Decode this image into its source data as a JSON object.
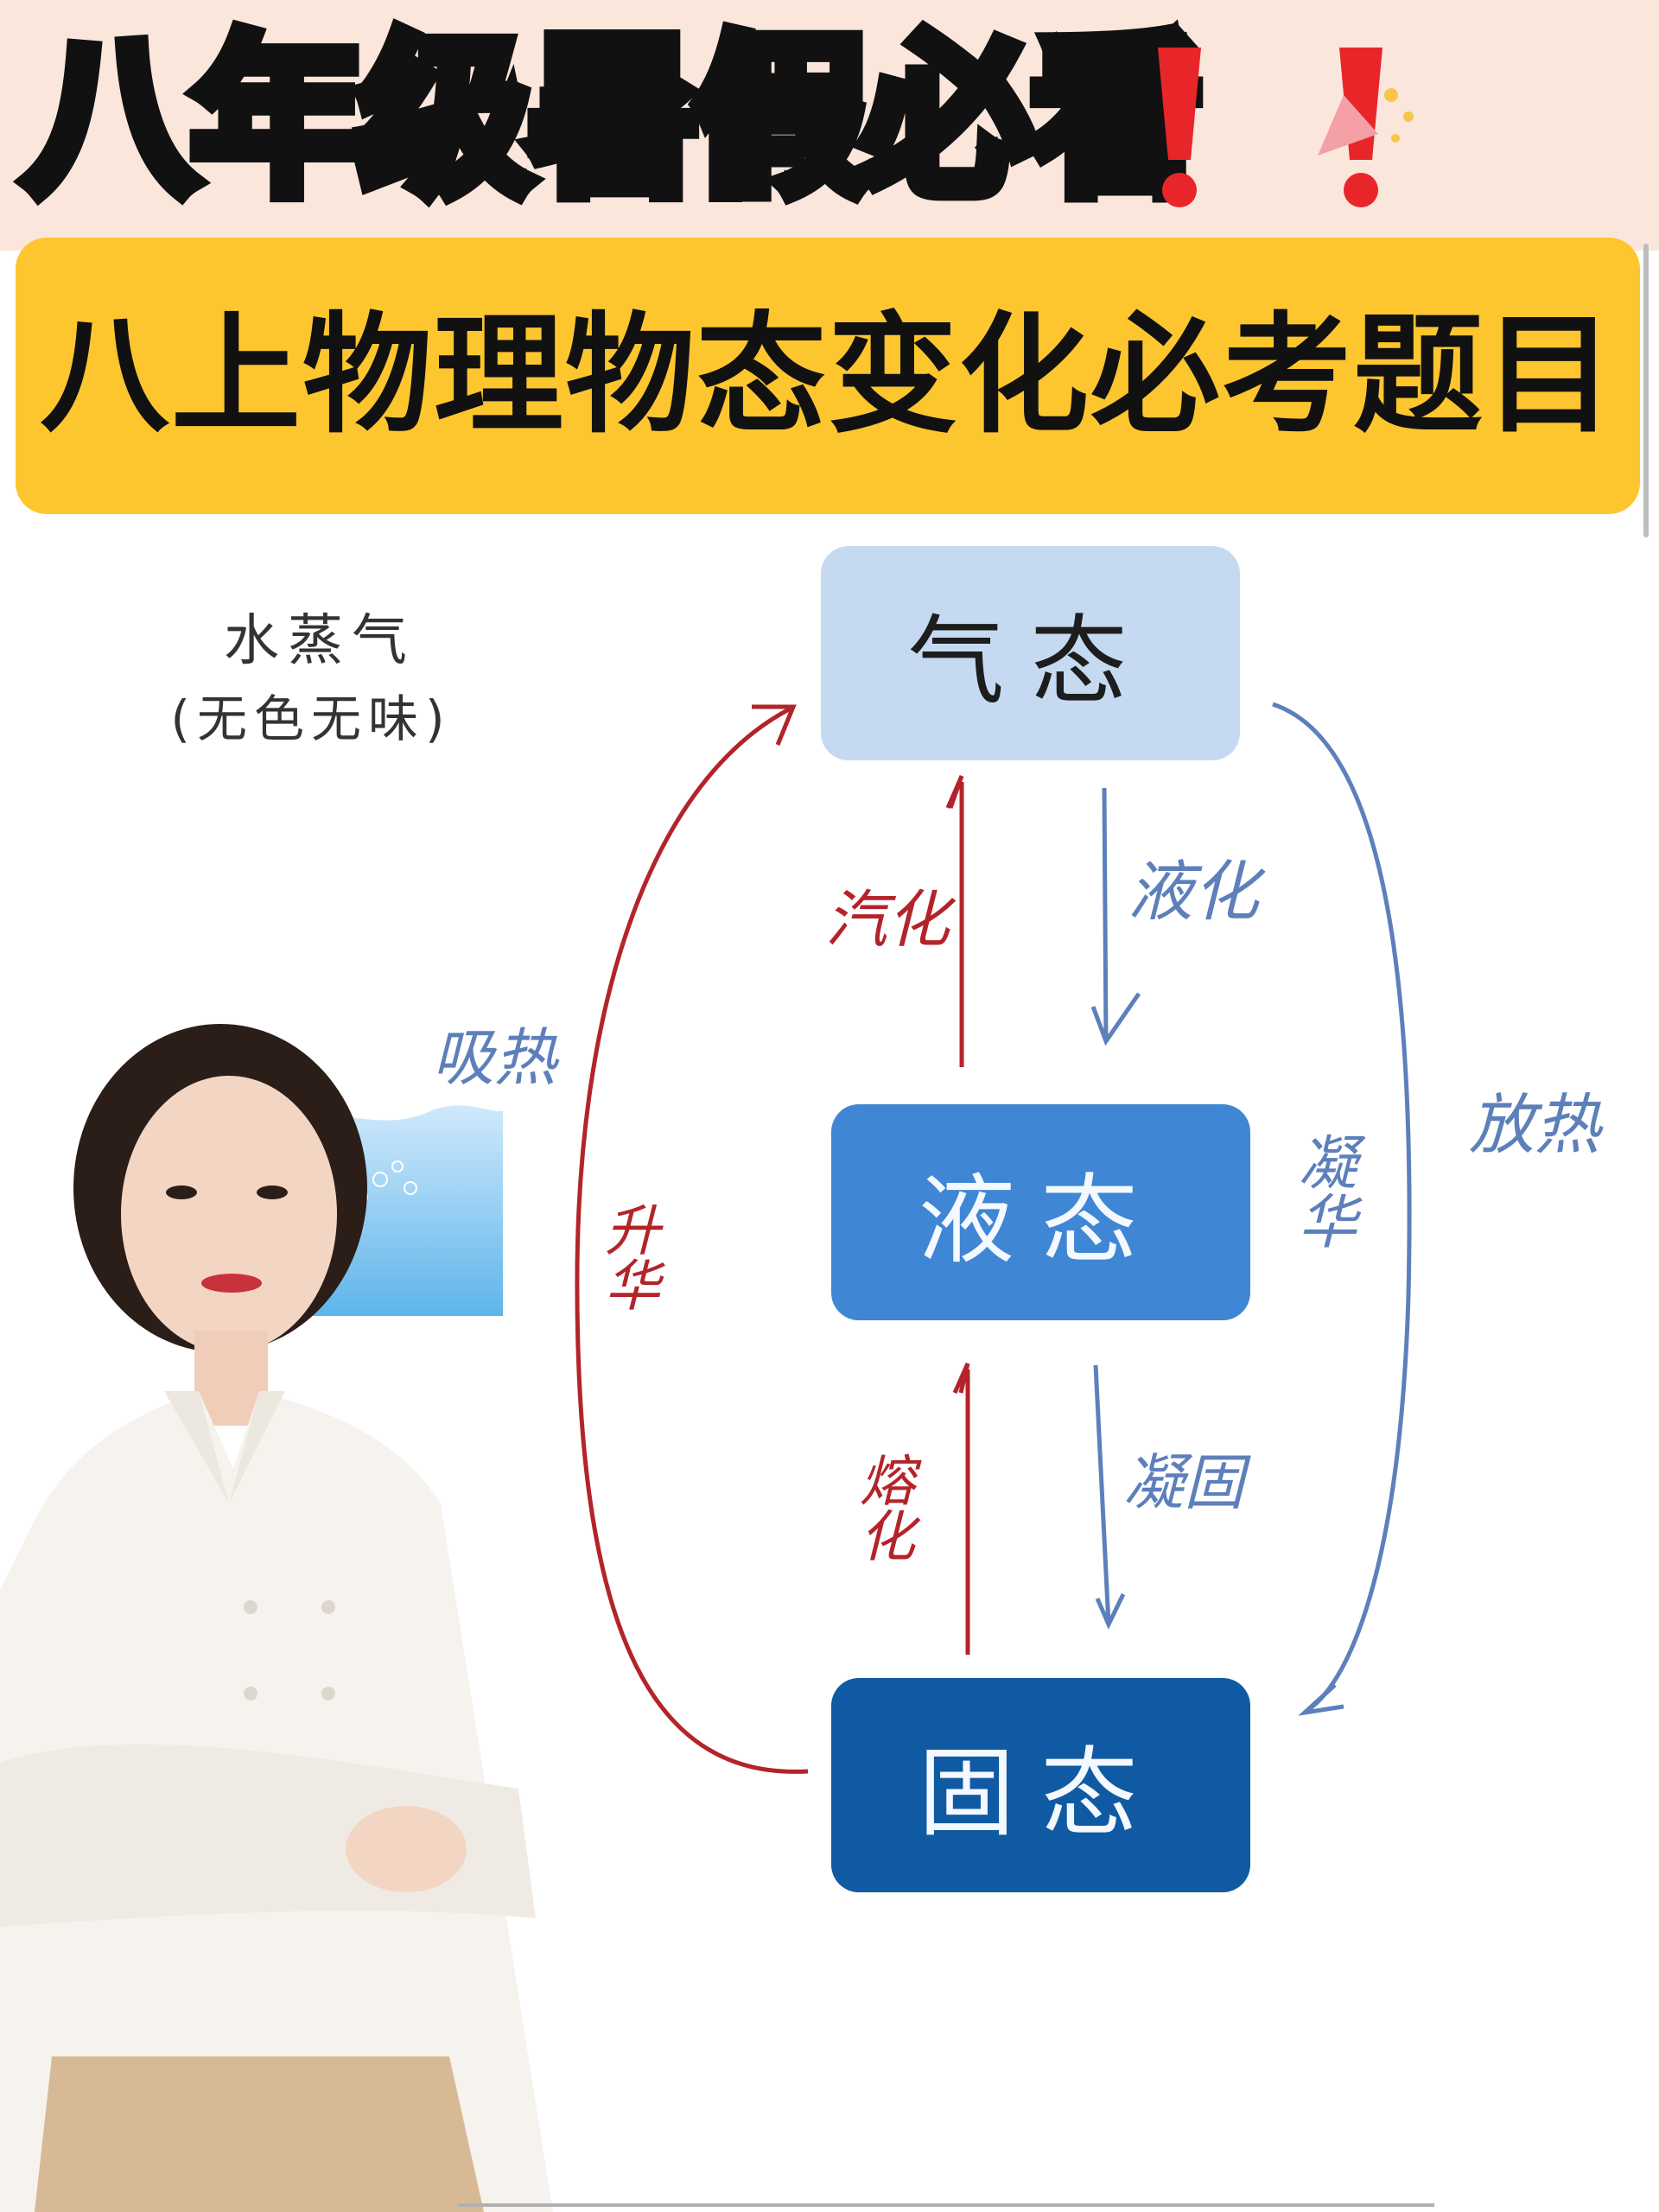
{
  "header": {
    "title": "八年级暑假必看",
    "exclaim": "❗❗"
  },
  "banner": {
    "text": "八上物理物态变化必考题目"
  },
  "diagram": {
    "vapor_label": "水蒸气",
    "vapor_note": "(无色无味)",
    "states": {
      "gas": "气态",
      "liquid": "液态",
      "solid": "固态"
    },
    "processes": {
      "vaporize": "汽化",
      "liquefy": "液化",
      "melt": "熔化",
      "solidify": "凝固",
      "sublimate": "升华",
      "deposit": "凝华",
      "absorb_heat": "吸热",
      "release_heat": "放热"
    }
  },
  "colors": {
    "header_bg": "#fbe6dc",
    "banner_yellow": "#fdc62f",
    "gas": "#c5daf1",
    "liquid": "#3f86d4",
    "solid": "#0f5aa2",
    "heat_absorb": "#b3242a",
    "heat_release": "#5d80bb"
  }
}
